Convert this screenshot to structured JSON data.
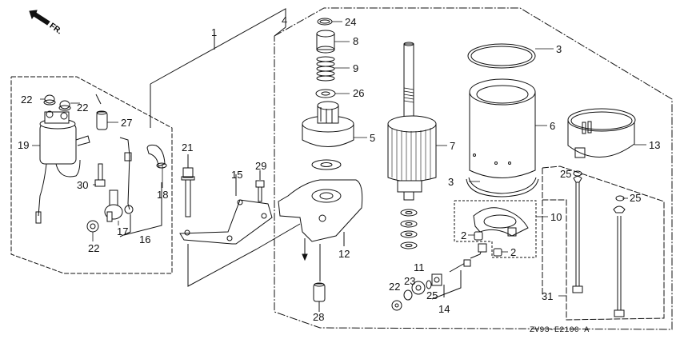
{
  "diagram": {
    "title_code": "ZV93-E2100 A",
    "direction_indicator": "FR.",
    "callouts": [
      {
        "id": "c1",
        "label": "1",
        "part": "starter-motor-assembly"
      },
      {
        "id": "c4",
        "label": "4",
        "part": "starter-motor-subassembly"
      },
      {
        "id": "c24",
        "label": "24",
        "part": "snap-ring"
      },
      {
        "id": "c8",
        "label": "8",
        "part": "stop-collar"
      },
      {
        "id": "c9",
        "label": "9",
        "part": "spring"
      },
      {
        "id": "c26",
        "label": "26",
        "part": "washer"
      },
      {
        "id": "c5",
        "label": "5",
        "part": "pinion-drive-gear"
      },
      {
        "id": "c7",
        "label": "7",
        "part": "armature"
      },
      {
        "id": "c3a",
        "label": "3",
        "part": "o-ring-top"
      },
      {
        "id": "c6",
        "label": "6",
        "part": "yoke"
      },
      {
        "id": "c3b",
        "label": "3",
        "part": "o-ring-bottom"
      },
      {
        "id": "c13",
        "label": "13",
        "part": "rear-cover"
      },
      {
        "id": "c10",
        "label": "10",
        "part": "brush-holder"
      },
      {
        "id": "c25a",
        "label": "25",
        "part": "washer-a"
      },
      {
        "id": "c25b",
        "label": "25",
        "part": "washer-b"
      },
      {
        "id": "c2a",
        "label": "2",
        "part": "brush-a"
      },
      {
        "id": "c2b",
        "label": "2",
        "part": "brush-b"
      },
      {
        "id": "c31",
        "label": "31",
        "part": "through-bolt"
      },
      {
        "id": "c11",
        "label": "11",
        "part": "insulator"
      },
      {
        "id": "c22d",
        "label": "22",
        "part": "nut-d"
      },
      {
        "id": "c23",
        "label": "23",
        "part": "washer-23"
      },
      {
        "id": "c25c",
        "label": "25",
        "part": "washer-c"
      },
      {
        "id": "c14",
        "label": "14",
        "part": "terminal-bolt"
      },
      {
        "id": "c12",
        "label": "12",
        "part": "front-cover"
      },
      {
        "id": "c28",
        "label": "28",
        "part": "dowel-pin"
      },
      {
        "id": "c29",
        "label": "29",
        "part": "bolt-29"
      },
      {
        "id": "c15",
        "label": "15",
        "part": "stay"
      },
      {
        "id": "c21",
        "label": "21",
        "part": "flange-bolt"
      },
      {
        "id": "c22a",
        "label": "22",
        "part": "nut-a"
      },
      {
        "id": "c22b",
        "label": "22",
        "part": "nut-b"
      },
      {
        "id": "c27",
        "label": "27",
        "part": "terminal-cap"
      },
      {
        "id": "c19",
        "label": "19",
        "part": "solenoid"
      },
      {
        "id": "c30",
        "label": "30",
        "part": "bolt-30"
      },
      {
        "id": "c18",
        "label": "18",
        "part": "cap-18"
      },
      {
        "id": "c17",
        "label": "17",
        "part": "cap-17"
      },
      {
        "id": "c16",
        "label": "16",
        "part": "cable"
      },
      {
        "id": "c22c",
        "label": "22",
        "part": "nut-c"
      }
    ]
  }
}
